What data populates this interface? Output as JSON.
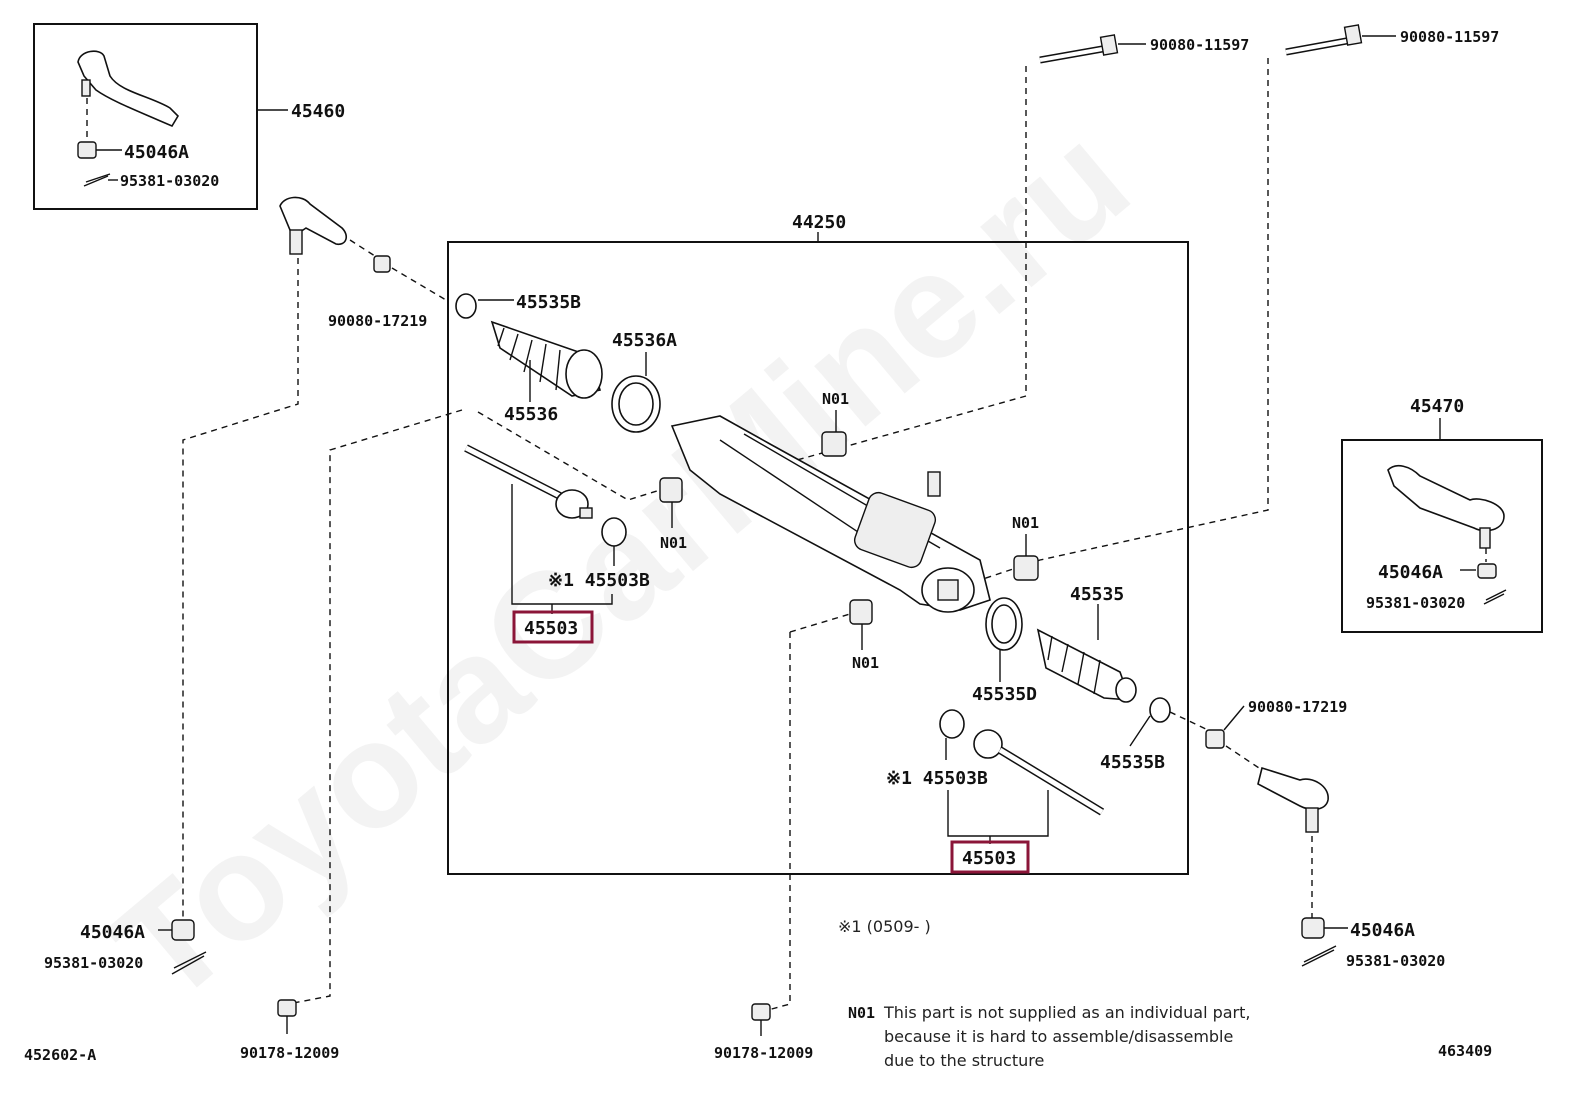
{
  "watermark": "ToyotaCarMine.ru",
  "labels": {
    "p45460": "45460",
    "p45046A_tl": "45046A",
    "p95381_tl": "95381-03020",
    "p90080_17219_l": "90080-17219",
    "p90080_11597_a": "90080-11597",
    "p90080_11597_b": "90080-11597",
    "p44250": "44250",
    "p45535B_l": "45535B",
    "p45536A": "45536A",
    "p45536": "45536",
    "pN01_top": "N01",
    "pN01_left": "N01",
    "pN01_right": "N01",
    "pN01_bottom": "N01",
    "p45503B_l": "※1 45503B",
    "p45503_l": "45503",
    "p45470": "45470",
    "p45046A_r": "45046A",
    "p95381_r": "95381-03020",
    "p45535": "45535",
    "p45535D": "45535D",
    "p90080_17219_r": "90080-17219",
    "p45535B_r": "45535B",
    "p45503B_r": "※1 45503B",
    "p45503_r": "45503",
    "p45046A_bl": "45046A",
    "p95381_bl": "95381-03020",
    "p90178_a": "90178-12009",
    "p90178_b": "90178-12009",
    "p45046A_br": "45046A",
    "p95381_br": "95381-03020",
    "code_left": "452602-A",
    "code_right": "463409",
    "footnote_x1": "※1 (0509-     )",
    "note_tag": "N01",
    "note_line1": "This part is not supplied as an individual part,",
    "note_line2": "because it is hard to assemble/disassemble",
    "note_line3": "due to the structure"
  },
  "colors": {
    "highlight": "#8b1538",
    "ink": "#111111"
  }
}
